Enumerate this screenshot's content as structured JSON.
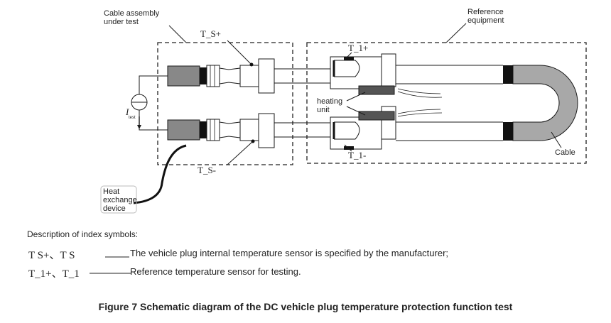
{
  "labels": {
    "cable_assembly": [
      "Cable assembly",
      "under test"
    ],
    "reference_equipment": [
      "Reference",
      "equipment"
    ],
    "t_s_plus": "T_S+",
    "t_s_minus": "T_S-",
    "t_1_plus": "T_1+",
    "t_1_minus": "T_1-",
    "heating_unit": [
      "heating",
      "unit"
    ],
    "cable": "Cable",
    "current_symbol": "I",
    "current_subscript": "test",
    "heat_exchange": [
      "Heat",
      "exchange",
      "device"
    ]
  },
  "description": {
    "heading": "Description of index symbols:",
    "rows": [
      {
        "symbols": "T S+、T S",
        "text": "The vehicle plug internal temperature sensor is specified by the manufacturer;"
      },
      {
        "symbols": "T_1+、T_1",
        "text": "Reference temperature sensor for testing."
      }
    ]
  },
  "caption": "Figure 7 Schematic diagram of the DC vehicle plug temperature protection function test",
  "colors": {
    "plug_fill": "#888888",
    "cable_fill": "#a8a8a8",
    "stroke": "#1a1a1a",
    "sensor": "#111111"
  }
}
